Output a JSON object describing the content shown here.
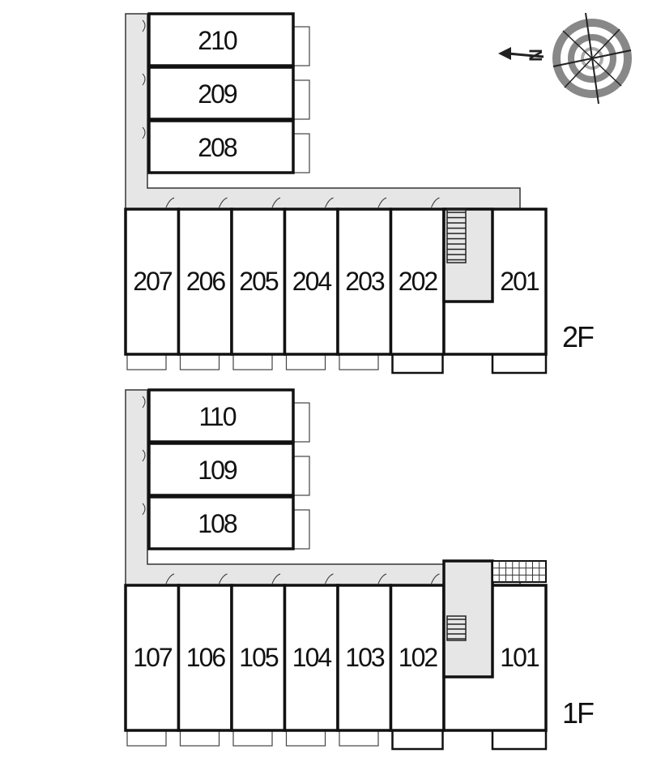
{
  "floors": [
    {
      "label": "2F",
      "side_rooms": [
        "210",
        "209",
        "208"
      ],
      "row_rooms": [
        "207",
        "206",
        "205",
        "204",
        "203",
        "202"
      ],
      "corner_room": "201"
    },
    {
      "label": "1F",
      "side_rooms": [
        "110",
        "109",
        "108"
      ],
      "row_rooms": [
        "107",
        "106",
        "105",
        "104",
        "103",
        "102"
      ],
      "corner_room": "101"
    }
  ],
  "compass": {
    "icon": "compass-north-arrow-icon",
    "direction_label": "N"
  },
  "colors": {
    "corridor": "#e6e6e6",
    "wall": "#111111"
  }
}
